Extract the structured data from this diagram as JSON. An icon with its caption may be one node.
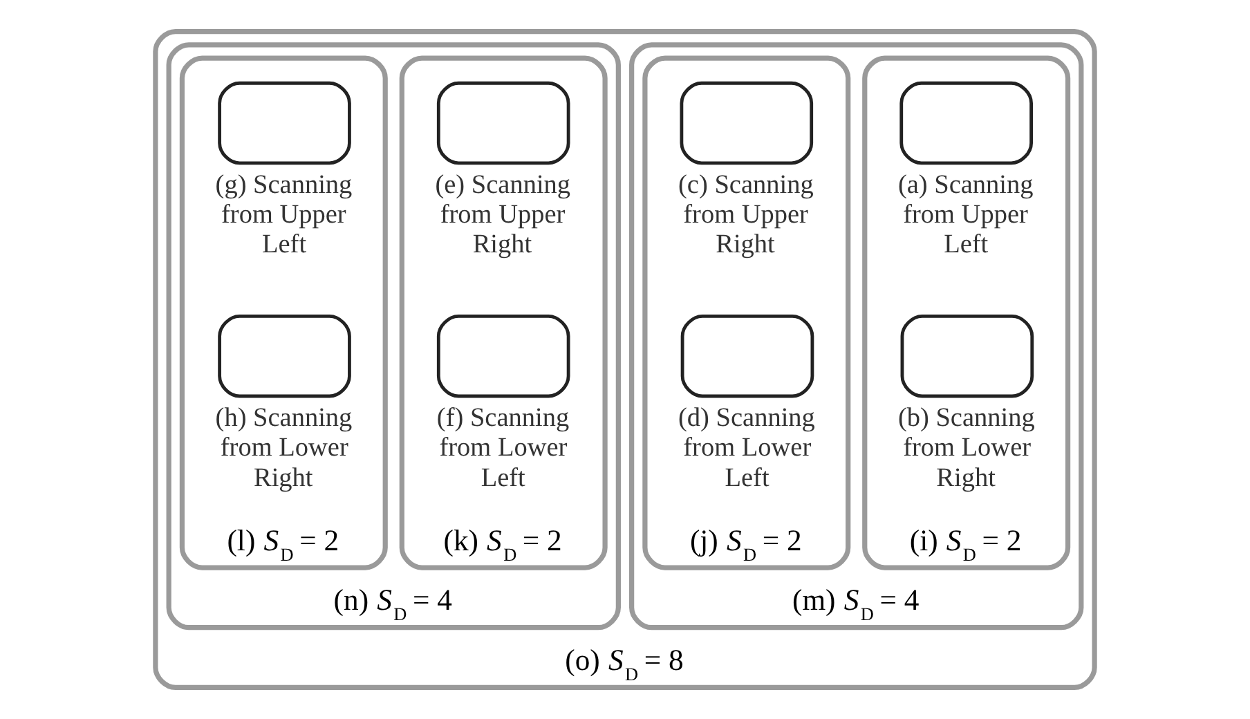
{
  "diagram": {
    "nodes": [
      {
        "text": [
          "(o) *S*$_{D}$ = 8"
        ]
      },
      {
        "text": [
          "(m) *S*$_{D}$ = 4"
        ],
        "in": 0
      },
      {
        "text": [
          "(i) *S*$_{D}$ = 2"
        ],
        "in": 1
      },
      {
        "text": [
          "(a) Scanning from Upper Left"
        ],
        "in": 2
      },
      {
        "text": [
          "(b) Scanning from Lower Right"
        ],
        "in": 2
      },
      {
        "text": [
          "(j) *S*$_{D}$ = 2"
        ],
        "in": 1
      },
      {
        "text": [
          "(c) Scanning from Upper Right"
        ],
        "in": 5
      },
      {
        "text": [
          "(d) Scanning from Lower Left"
        ],
        "in": 5
      },
      {
        "text": [
          "(n) *S*$_{D}$ = 4"
        ],
        "in": 0
      },
      {
        "text": [
          "(k) *S*$_{D}$ = 2"
        ],
        "in": 8
      },
      {
        "text": [
          "(e) Scanning from Upper Right"
        ],
        "in": 9
      },
      {
        "text": [
          "(f) Scanning from Lower Left"
        ],
        "in": 9
      },
      {
        "text": [
          "(l) *S*$_{D}$ = 2"
        ],
        "in": 8
      },
      {
        "text": [
          "(g) Scanning from Upper Left"
        ],
        "in": 12
      },
      {
        "text": [
          "(h) Scanning from Lower Right"
        ],
        "in": 12
      }
    ],
    "edges": []
  }
}
